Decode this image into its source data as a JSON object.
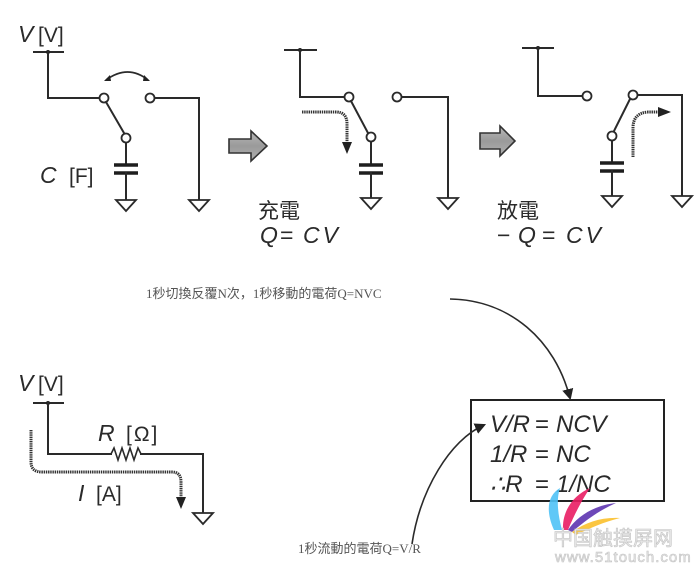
{
  "panel1": {
    "source_symbol": "V",
    "source_unit": "[V]",
    "cap_symbol": "C",
    "cap_unit": "[F]"
  },
  "panel2": {
    "title": "充電",
    "eq_q": "Q",
    "eq_eq": "=",
    "eq_rhs": "CV"
  },
  "panel3": {
    "title": "放電",
    "eq_neg": "−",
    "eq_q": "Q",
    "eq_eq": "=",
    "eq_rhs": "CV"
  },
  "note_top": "1秒切換反覆N次，1秒移動的電荷Q=NVC",
  "resistor_panel": {
    "source_symbol": "V",
    "source_unit": "[V]",
    "res_symbol": "R",
    "res_unit": "[Ω]",
    "cur_symbol": "I",
    "cur_unit": "[A]"
  },
  "note_bottom": "1秒流動的電荷Q=V/R",
  "equations": [
    {
      "lhs": "V/R",
      "eq": "=",
      "rhs": "NCV"
    },
    {
      "lhs": "1/R",
      "eq": "=",
      "rhs": "NC"
    },
    {
      "lhs": "∴R",
      "eq": "=",
      "rhs": "1/NC"
    }
  ],
  "watermark": {
    "title": "中国触摸屏网",
    "url": "www.51touch.com",
    "colors": [
      "#4fc3f7",
      "#e91e63",
      "#5e35b1",
      "#fbc02d"
    ]
  }
}
